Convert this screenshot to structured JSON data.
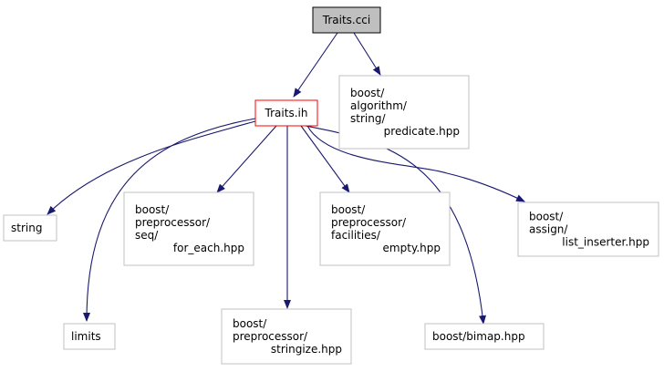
{
  "colors": {
    "edge": "#191970",
    "node_border": "#c0c0c0",
    "root_fill": "#bfbfbf",
    "root_border": "#000000",
    "current_border": "#ff0000",
    "node_fill": "#ffffff"
  },
  "nodes": [
    {
      "id": "traits-cci",
      "kind": "root",
      "lines": [
        "Traits.cci"
      ]
    },
    {
      "id": "traits-ih",
      "kind": "current",
      "lines": [
        "Traits.ih"
      ]
    },
    {
      "id": "boost-algorithm-string-predicate",
      "kind": "normal",
      "lines": [
        "boost/",
        "algorithm/",
        "string/",
        "predicate.hpp"
      ]
    },
    {
      "id": "string",
      "kind": "normal",
      "lines": [
        "string"
      ]
    },
    {
      "id": "boost-preprocessor-seq-for-each",
      "kind": "normal",
      "lines": [
        "boost/",
        "preprocessor/",
        "seq/",
        "for_each.hpp"
      ]
    },
    {
      "id": "boost-preprocessor-facilities-empty",
      "kind": "normal",
      "lines": [
        "boost/",
        "preprocessor/",
        "facilities/",
        "empty.hpp"
      ]
    },
    {
      "id": "boost-assign-list-inserter",
      "kind": "normal",
      "lines": [
        "boost/",
        "assign/",
        "list_inserter.hpp"
      ]
    },
    {
      "id": "limits",
      "kind": "normal",
      "lines": [
        "limits"
      ]
    },
    {
      "id": "boost-preprocessor-stringize",
      "kind": "normal",
      "lines": [
        "boost/",
        "preprocessor/",
        "stringize.hpp"
      ]
    },
    {
      "id": "boost-bimap",
      "kind": "normal",
      "lines": [
        "boost/bimap.hpp"
      ]
    }
  ],
  "edges": [
    {
      "from": "traits-cci",
      "to": "traits-ih"
    },
    {
      "from": "traits-cci",
      "to": "boost-algorithm-string-predicate"
    },
    {
      "from": "traits-ih",
      "to": "string"
    },
    {
      "from": "traits-ih",
      "to": "limits"
    },
    {
      "from": "traits-ih",
      "to": "boost-preprocessor-seq-for-each"
    },
    {
      "from": "traits-ih",
      "to": "boost-preprocessor-stringize"
    },
    {
      "from": "traits-ih",
      "to": "boost-preprocessor-facilities-empty"
    },
    {
      "from": "traits-ih",
      "to": "boost-bimap"
    },
    {
      "from": "traits-ih",
      "to": "boost-assign-list-inserter"
    }
  ]
}
